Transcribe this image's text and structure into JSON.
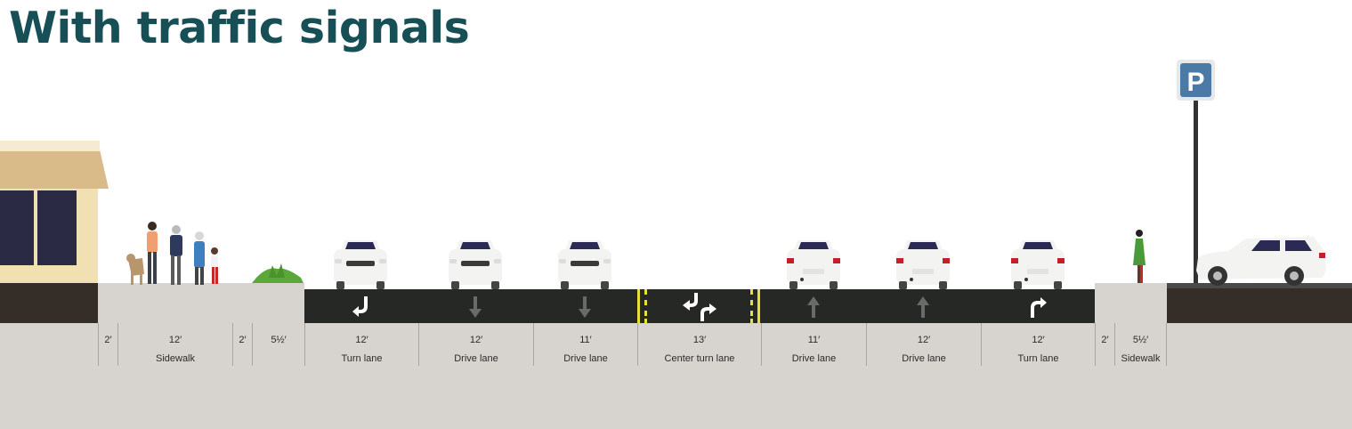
{
  "title": "With traffic signals",
  "segments": [
    {
      "width": "2′",
      "name": ""
    },
    {
      "width": "12′",
      "name": "Sidewalk"
    },
    {
      "width": "2′",
      "name": ""
    },
    {
      "width": "5½′",
      "name": ""
    },
    {
      "width": "12′",
      "name": "Turn lane"
    },
    {
      "width": "12′",
      "name": "Drive lane"
    },
    {
      "width": "11′",
      "name": "Drive lane"
    },
    {
      "width": "13′",
      "name": "Center turn lane"
    },
    {
      "width": "11′",
      "name": "Drive lane"
    },
    {
      "width": "12′",
      "name": "Drive lane"
    },
    {
      "width": "12′",
      "name": "Turn lane"
    },
    {
      "width": "2′",
      "name": ""
    },
    {
      "width": "5½′",
      "name": "Sidewalk"
    }
  ],
  "parking_sign": {
    "letter": "P"
  },
  "colors": {
    "title": "#164f55",
    "asphalt": "#262826",
    "sidewalk": "#d7d3ce",
    "curb_dark": "#352d28",
    "lane_stripe": "#e8e03a",
    "sign_blue": "#4b7aa6"
  }
}
